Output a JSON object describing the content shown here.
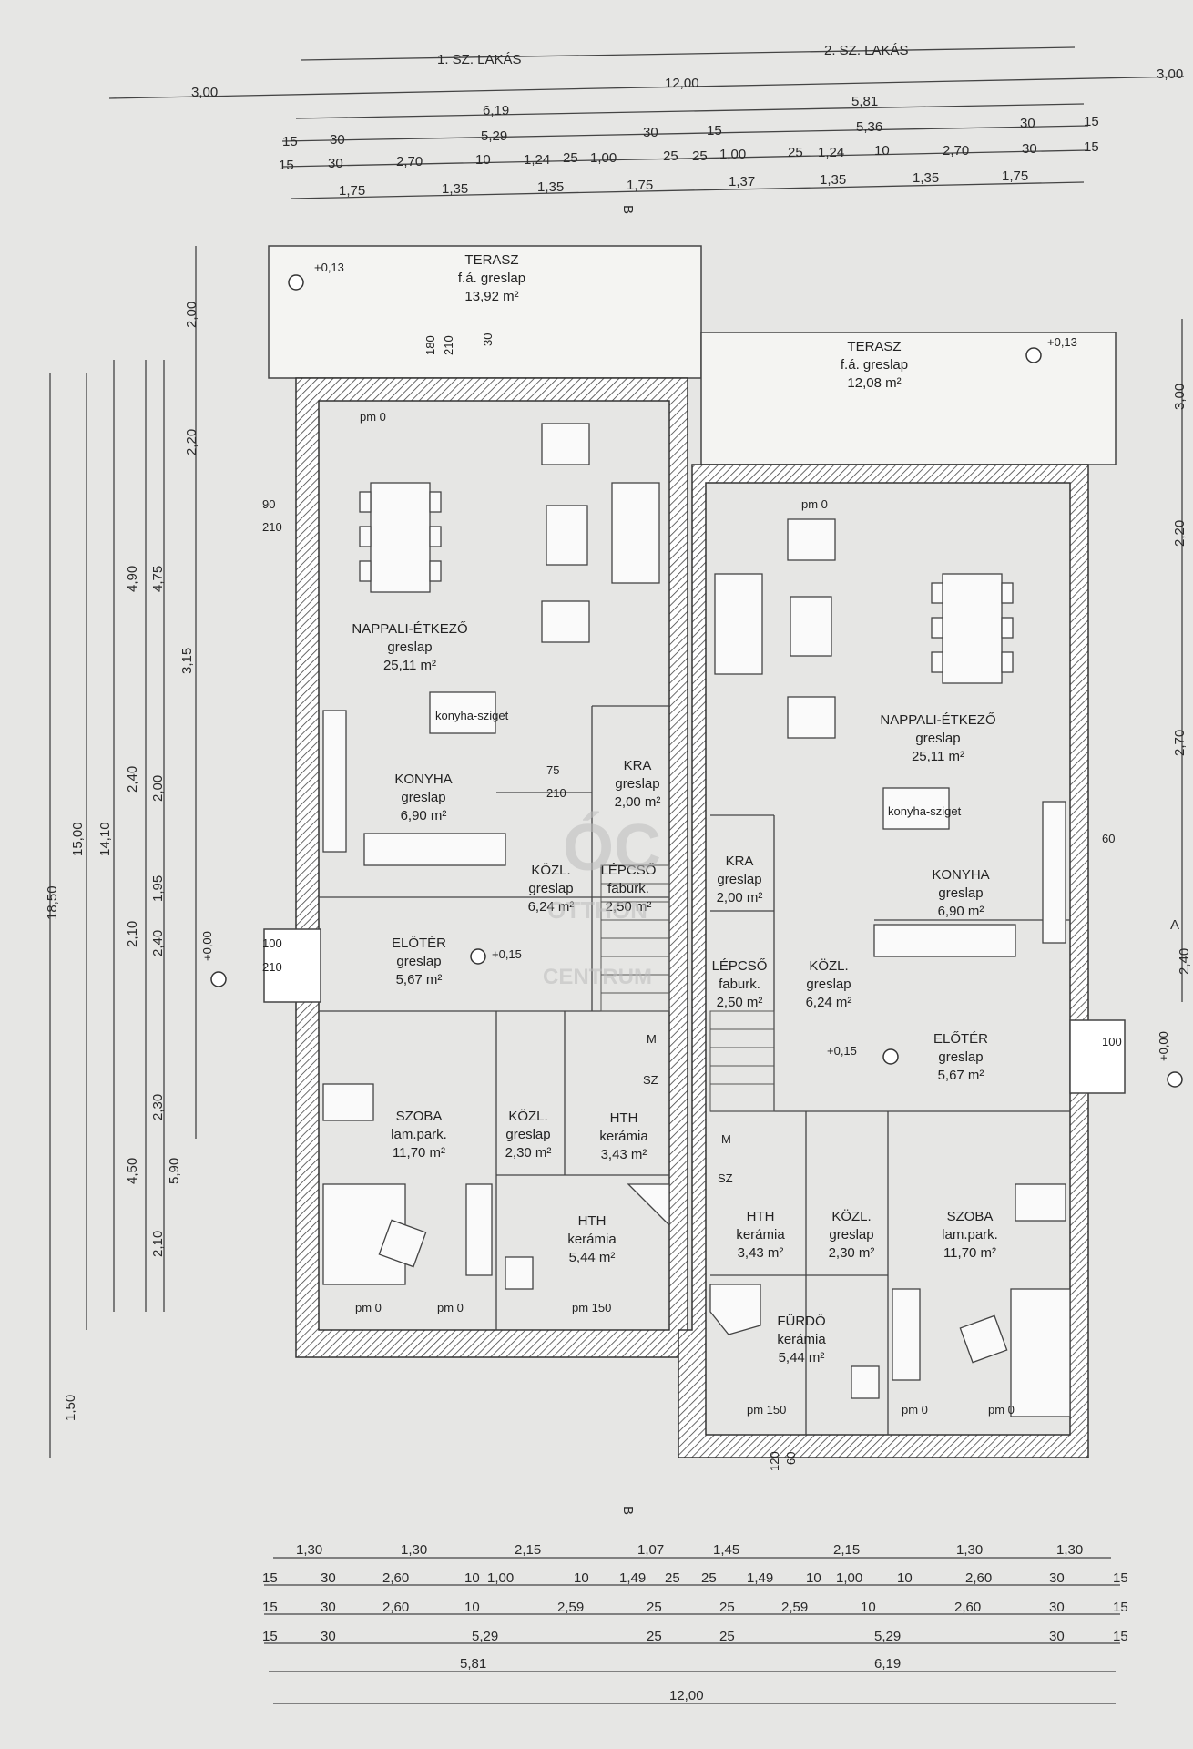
{
  "header": {
    "unit1": "1. SZ. LAKÁS",
    "unit2": "2. SZ. LAKÁS"
  },
  "dims": {
    "top_row1": [
      "3,00",
      "12,00",
      "3,00"
    ],
    "top_row2": [
      "6,19",
      "5,81"
    ],
    "top_row3": [
      "15",
      "30",
      "5,29",
      "30",
      "15",
      "5,36",
      "30",
      "15"
    ],
    "top_row4": [
      "15",
      "30",
      "2,70",
      "10",
      "1,24",
      "25",
      "1,00",
      "25",
      "25",
      "1,00",
      "25",
      "1,24",
      "10",
      "2,70",
      "30",
      "15"
    ],
    "top_row5": [
      "1,75",
      "1,35",
      "1,35",
      "1,75",
      "1,37",
      "1,35",
      "1,35",
      "1,75"
    ],
    "bottom_row1": [
      "1,30",
      "1,30",
      "2,15",
      "1,07",
      "1,45",
      "2,15",
      "1,30",
      "1,30"
    ],
    "bottom_row2": [
      "15",
      "30",
      "2,60",
      "10",
      "1,00",
      "10",
      "1,49",
      "25",
      "25",
      "1,49",
      "10",
      "1,00",
      "10",
      "2,60",
      "30",
      "15"
    ],
    "bottom_row3": [
      "15",
      "30",
      "2,60",
      "10",
      "2,59",
      "25",
      "25",
      "2,59",
      "10",
      "2,60",
      "30",
      "15"
    ],
    "bottom_row4": [
      "15",
      "30",
      "5,29",
      "25",
      "25",
      "5,29",
      "30",
      "15"
    ],
    "bottom_row5": [
      "5,81",
      "6,19"
    ],
    "bottom_row6": [
      "12,00"
    ],
    "left_total": [
      "18,50",
      "15,00",
      "14,10",
      "4,90",
      "4,75",
      "3,15",
      "2,40",
      "2,00",
      "1,95",
      "2,10",
      "2,40",
      "4,50",
      "5,90",
      "2,30",
      "2,10",
      "1,50",
      "2,00",
      "2,20"
    ],
    "right_side": [
      "3,00",
      "2,20",
      "2,70",
      "2,40"
    ]
  },
  "section_marks": {
    "top": "B",
    "bottom": "B",
    "right": "A"
  },
  "levels": {
    "terrace_left": "+0,13",
    "terrace_right": "+0,13",
    "entry_left": "+0,00",
    "entry_right": "+0,00",
    "hall_left": "+0,15",
    "hall_right": "+0,15"
  },
  "rooms": {
    "terrace_left": {
      "name": "TERASZ",
      "floor": "f.á. greslap",
      "area": "13,92 m²"
    },
    "terrace_right": {
      "name": "TERASZ",
      "floor": "f.á. greslap",
      "area": "12,08 m²"
    },
    "living_left": {
      "name": "NAPPALI-ÉTKEZŐ",
      "floor": "greslap",
      "area": "25,11 m²"
    },
    "living_right": {
      "name": "NAPPALI-ÉTKEZŐ",
      "floor": "greslap",
      "area": "25,11 m²"
    },
    "kitchen_left": {
      "name": "KONYHA",
      "floor": "greslap",
      "area": "6,90 m²"
    },
    "kitchen_right": {
      "name": "KONYHA",
      "floor": "greslap",
      "area": "6,90 m²"
    },
    "kra_left": {
      "name": "KRA",
      "floor": "greslap",
      "area": "2,00 m²"
    },
    "kra_right": {
      "name": "KRA",
      "floor": "greslap",
      "area": "2,00 m²"
    },
    "corr_left": {
      "name": "KÖZL.",
      "floor": "greslap",
      "area": "6,24 m²"
    },
    "corr_right": {
      "name": "KÖZL.",
      "floor": "greslap",
      "area": "6,24 m²"
    },
    "stair_left": {
      "name": "LÉPCSŐ",
      "floor": "faburk.",
      "area": "2,50 m²"
    },
    "stair_right": {
      "name": "LÉPCSŐ",
      "floor": "faburk.",
      "area": "2,50 m²"
    },
    "hall_left": {
      "name": "ELŐTÉR",
      "floor": "greslap",
      "area": "5,67 m²"
    },
    "hall_right": {
      "name": "ELŐTÉR",
      "floor": "greslap",
      "area": "5,67 m²"
    },
    "room_left": {
      "name": "SZOBA",
      "floor": "lam.park.",
      "area": "11,70 m²"
    },
    "room_right": {
      "name": "SZOBA",
      "floor": "lam.park.",
      "area": "11,70 m²"
    },
    "corr2_left": {
      "name": "KÖZL.",
      "floor": "greslap",
      "area": "2,30 m²"
    },
    "corr2_right": {
      "name": "KÖZL.",
      "floor": "greslap",
      "area": "2,30 m²"
    },
    "hth_small_left": {
      "name": "HTH",
      "floor": "kerámia",
      "area": "3,43 m²"
    },
    "hth_small_right": {
      "name": "HTH",
      "floor": "kerámia",
      "area": "3,43 m²"
    },
    "hth_left": {
      "name": "HTH",
      "floor": "kerámia",
      "area": "5,44 m²"
    },
    "bath_right": {
      "name": "FÜRDŐ",
      "floor": "kerámia",
      "area": "5,44 m²"
    }
  },
  "openings": {
    "door_labels": [
      "90",
      "210",
      "75",
      "210",
      "100",
      "210",
      "180",
      "210",
      "30",
      "120",
      "60",
      "60",
      "100"
    ],
    "pm_labels": [
      "pm 0",
      "pm 0",
      "pm 0",
      "pm 0",
      "pm 150",
      "pm 150",
      "pm 0",
      "pm 0"
    ]
  },
  "fixtures": {
    "island_left": "konyha-sziget",
    "island_right": "konyha-sziget",
    "m_label": "M",
    "sz_label": "SZ"
  },
  "watermark": {
    "mark": "ÓC",
    "line1": "OTTHON",
    "line2": "CENTRUM"
  }
}
